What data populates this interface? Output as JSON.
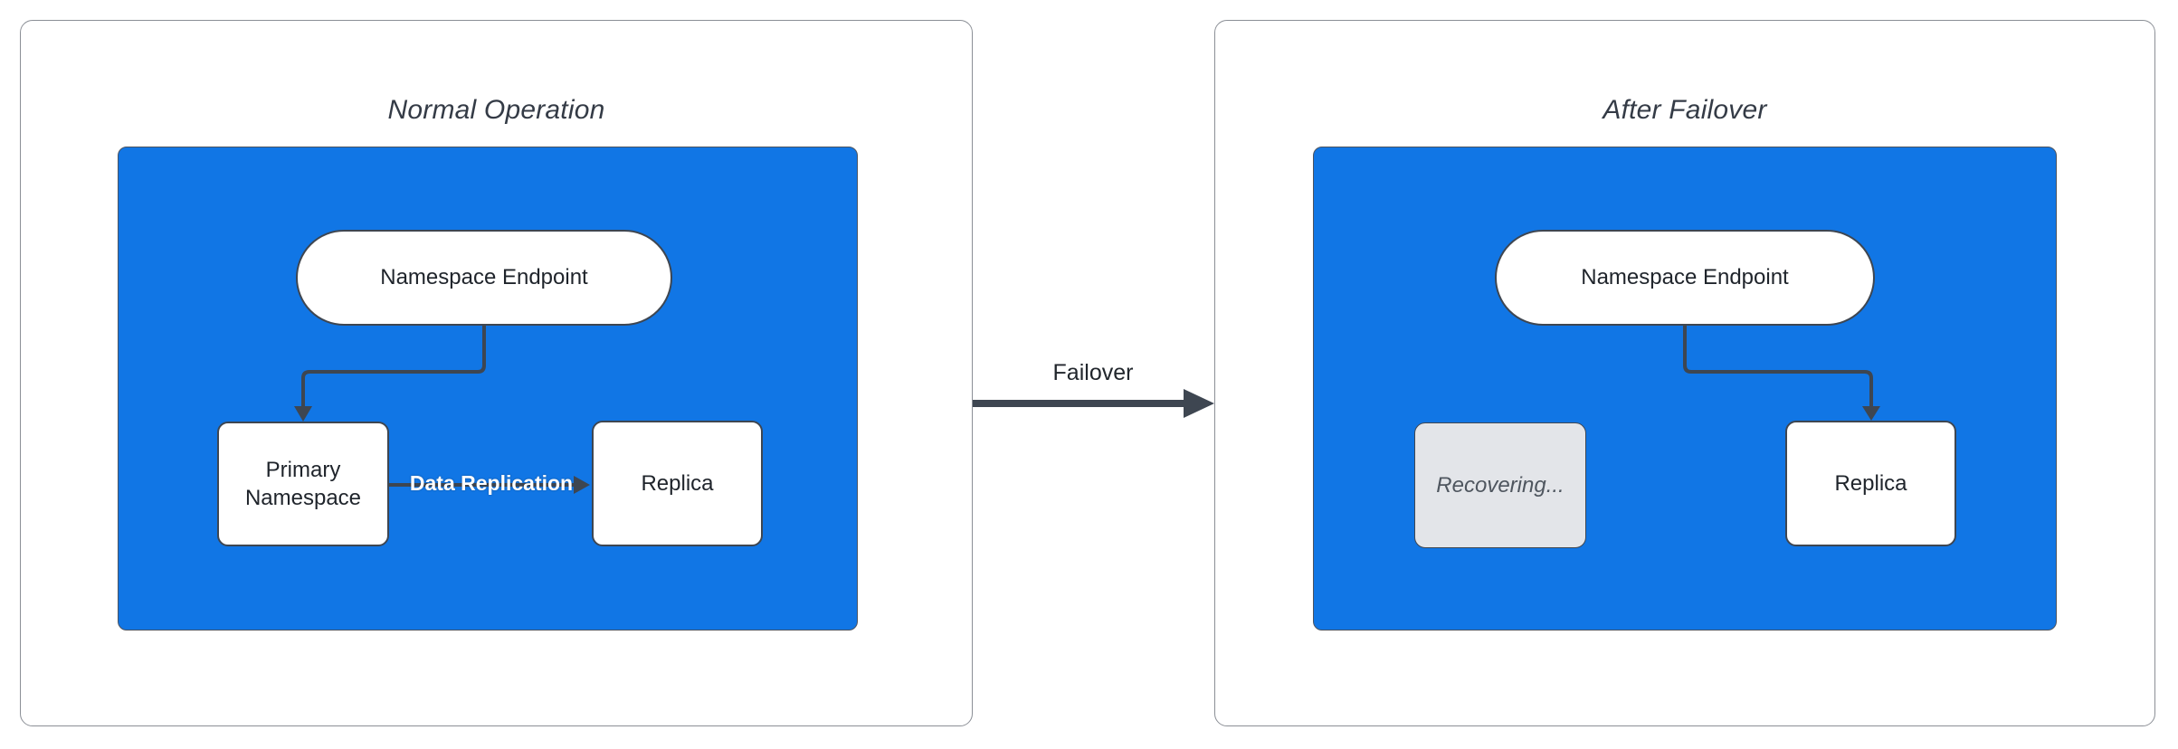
{
  "diagram": {
    "type": "failover-flow-diagram",
    "left_panel": {
      "title": "Normal Operation",
      "endpoint_label": "Namespace Endpoint",
      "primary_label": "Primary Namespace",
      "replica_label": "Replica",
      "replication_edge_label": "Data Replication"
    },
    "transition": {
      "label": "Failover"
    },
    "right_panel": {
      "title": "After Failover",
      "endpoint_label": "Namespace Endpoint",
      "recovering_label": "Recovering...",
      "replica_label": "Replica"
    },
    "colors": {
      "container_blue": "#1176e5",
      "connector_dark": "#3e4651",
      "recovering_fill": "#e3e5e9",
      "recovering_text": "#4f565f",
      "panel_border": "#8b8f96",
      "title_text": "#343b46",
      "node_text": "#1f242b",
      "replication_label_text": "#ffffff"
    }
  }
}
